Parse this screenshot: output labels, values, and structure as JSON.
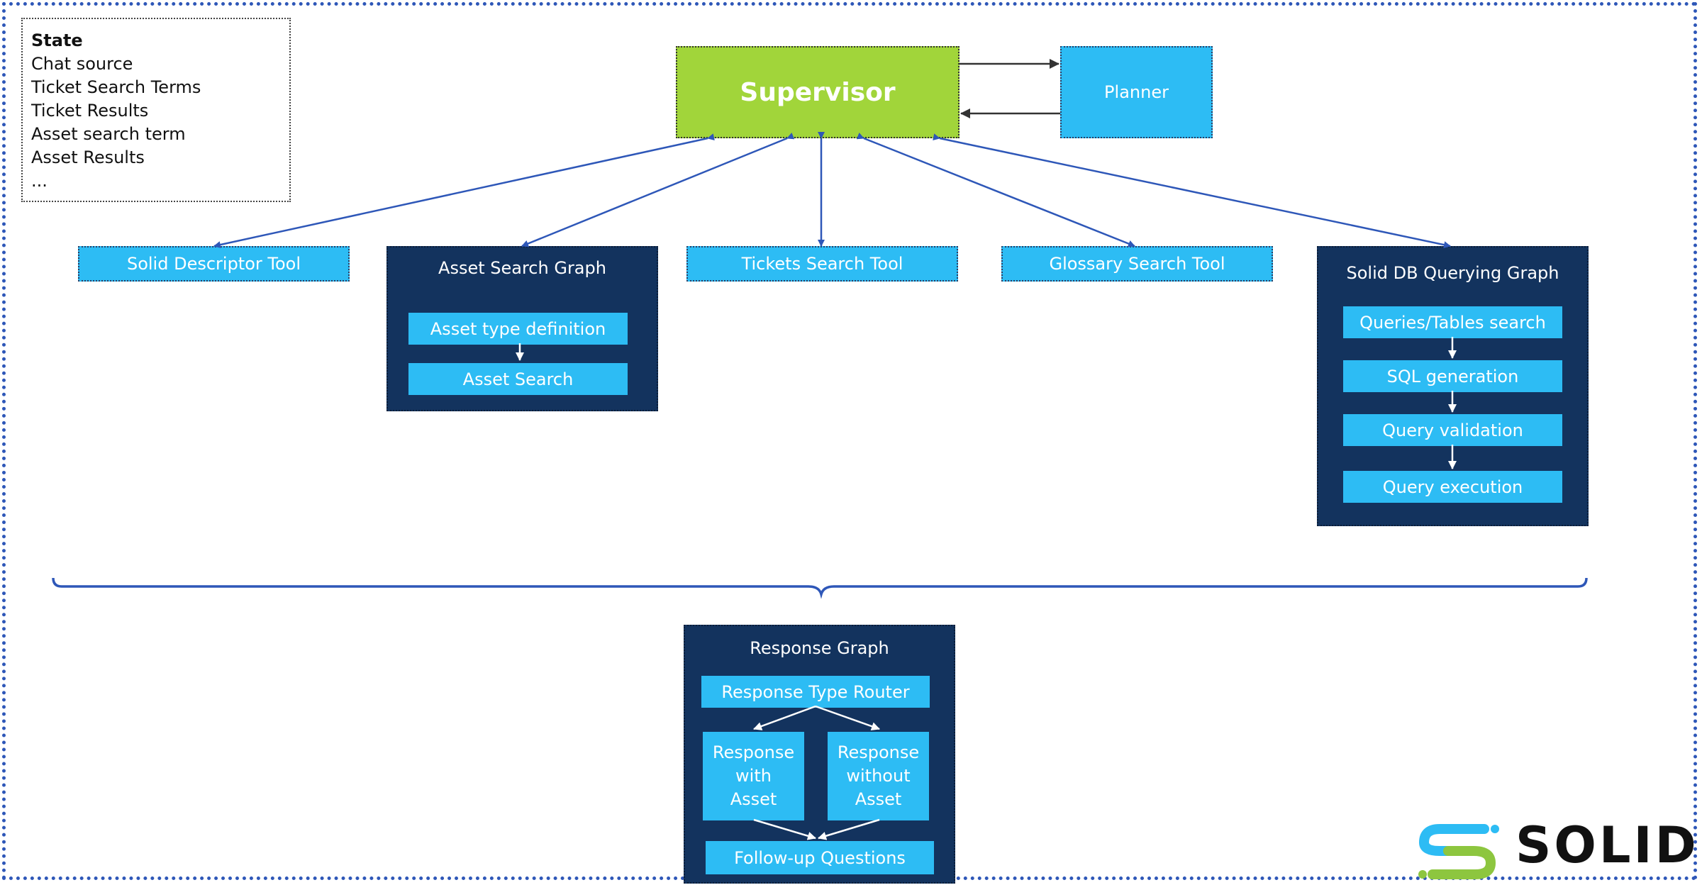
{
  "state": {
    "title": "State",
    "items": [
      "Chat source",
      "Ticket Search Terms",
      "Ticket Results",
      "Asset search term",
      "Asset Results",
      "..."
    ]
  },
  "supervisor": "Supervisor",
  "planner": "Planner",
  "tools": {
    "solid_descriptor": "Solid Descriptor Tool",
    "tickets_search": "Tickets Search Tool",
    "glossary_search": "Glossary Search Tool"
  },
  "asset_graph": {
    "title": "Asset Search Graph",
    "steps": [
      "Asset type definition",
      "Asset Search"
    ]
  },
  "db_graph": {
    "title": "Solid DB Querying Graph",
    "steps": [
      "Queries/Tables search",
      "SQL generation",
      "Query validation",
      "Query execution"
    ]
  },
  "response_graph": {
    "title": "Response Graph",
    "router": "Response Type Router",
    "with_asset": [
      "Response",
      "with",
      "Asset"
    ],
    "without_asset": [
      "Response",
      "without",
      "Asset"
    ],
    "followup": "Follow-up Questions"
  },
  "logo": {
    "text": "SOLID"
  },
  "colors": {
    "supervisor": "#a1d53a",
    "node": "#2dbcf4",
    "graph_bg": "#13335e",
    "edge": "#2e57b8"
  }
}
